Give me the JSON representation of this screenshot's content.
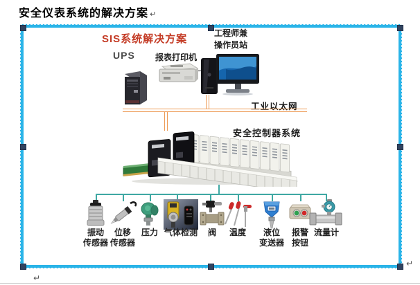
{
  "window": {
    "title": "安全仪表系统的解决方案",
    "paragraph_mark": "↵"
  },
  "diagram": {
    "heading": "SIS系统解决方案",
    "ups_label": "UPS",
    "printer_label": "报表打印机",
    "station_line1": "工程师兼",
    "station_line2": "操作员站",
    "ethernet_label": "工业以太网",
    "controller_label": "安全控制器系统",
    "sensors": [
      {
        "line1": "振动",
        "line2": "传感器"
      },
      {
        "line1": "位移",
        "line2": "传感器"
      },
      {
        "line1": "压力",
        "line2": ""
      },
      {
        "line1": "气体检测",
        "line2": ""
      },
      {
        "line1": "阀",
        "line2": ""
      },
      {
        "line1": "温度",
        "line2": ""
      },
      {
        "line1": "液位",
        "line2": "变送器"
      },
      {
        "line1": "报警",
        "line2": "按钮"
      },
      {
        "line1": "流量计",
        "line2": ""
      }
    ],
    "colors": {
      "selection_border": "#2ab4e8",
      "selection_handle": "#31435f",
      "heading_red": "#c43b25",
      "ethernet_orange": "#ed9b56",
      "sensor_bus_teal": "#3fa8a3"
    }
  }
}
